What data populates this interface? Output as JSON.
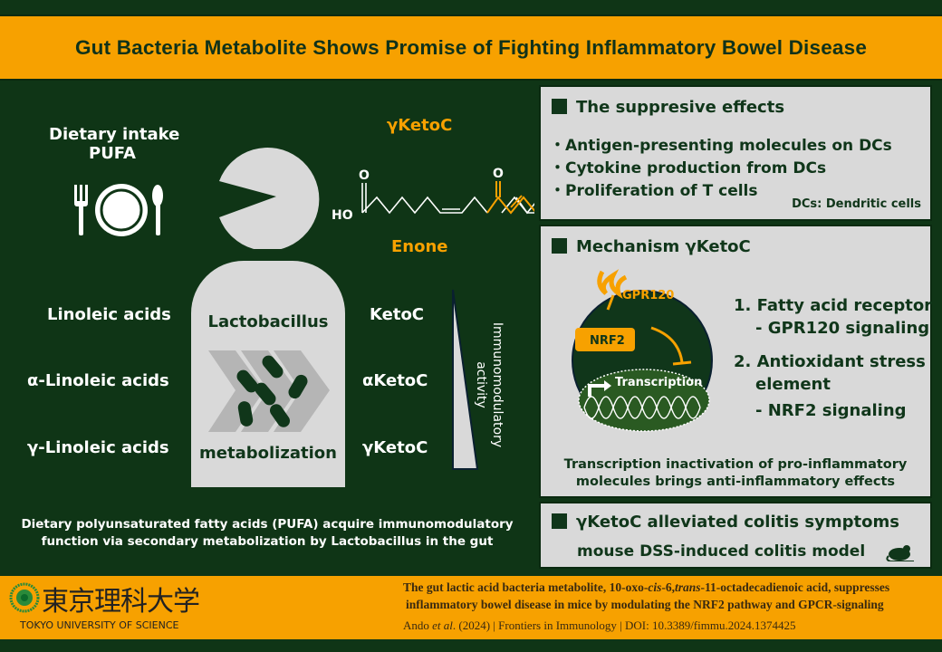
{
  "title": "Gut Bacteria Metabolite Shows Promise of Fighting Inflammatory Bowel Disease",
  "left": {
    "dietary_line1": "Dietary intake",
    "dietary_line2": "PUFA",
    "compound": "γKetoC",
    "enone": "Enone",
    "mol_o1": "O",
    "mol_o2": "O",
    "mol_ho": "HO",
    "lactobacillus": "Lactobacillus",
    "metabolization": "metabolization",
    "substrates": [
      "Linoleic acids",
      "α-Linoleic acids",
      "γ-Linoleic acids"
    ],
    "products": [
      "KetoC",
      "αKetoC",
      "γKetoC"
    ],
    "activity_line1": "Immunomodulatory",
    "activity_line2": "activity",
    "caption_line1": "Dietary polyunsaturated fatty acids (PUFA) acquire immunomodulatory",
    "caption_line2": "function via secondary metabolization by Lactobacillus in the gut"
  },
  "panel1": {
    "heading": "The suppresive effects",
    "items": [
      "・Antigen-presenting molecules on DCs",
      "・Cytokine production from DCs",
      "・Proliferation of T cells"
    ],
    "note": "DCs: Dendritic cells"
  },
  "panel2": {
    "heading": "Mechanism γKetoC",
    "gpr": "GPR120",
    "nrf2": "NRF2",
    "transcription": "Transcription",
    "points": [
      "1. Fatty acid receptor",
      "- GPR120 signaling",
      "2. Antioxidant stress",
      "element",
      "- NRF2 signaling"
    ],
    "summary_line1": "Transcription inactivation of pro-inflammatory",
    "summary_line2": "molecules brings anti-inflammatory effects"
  },
  "panel3": {
    "heading": "γKetoC alleviated colitis symptoms",
    "model": "mouse DSS-induced colitis model"
  },
  "footer": {
    "logo_jp": "東京理科大学",
    "logo_en": "TOKYO UNIVERSITY OF SCIENCE",
    "paper_line1_a": "The gut lactic acid bacteria metabolite, 10-oxo-",
    "paper_cis": "cis",
    "paper_line1_b": "-6,",
    "paper_trans": "trans",
    "paper_line1_c": "-11-octadecadienoic acid, suppresses",
    "paper_line2": "inflammatory bowel disease in mice by modulating the NRF2 pathway and GPCR-signaling",
    "cite_author": "Ando ",
    "cite_etal": "et al",
    "cite_rest": ". (2024) | Frontiers in Immunology  | DOI: 10.3389/fimmu.2024.1374425"
  },
  "colors": {
    "bg": "#0f3516",
    "orange": "#f7a100",
    "panel": "#d9d9d9",
    "text": "#10361a"
  }
}
